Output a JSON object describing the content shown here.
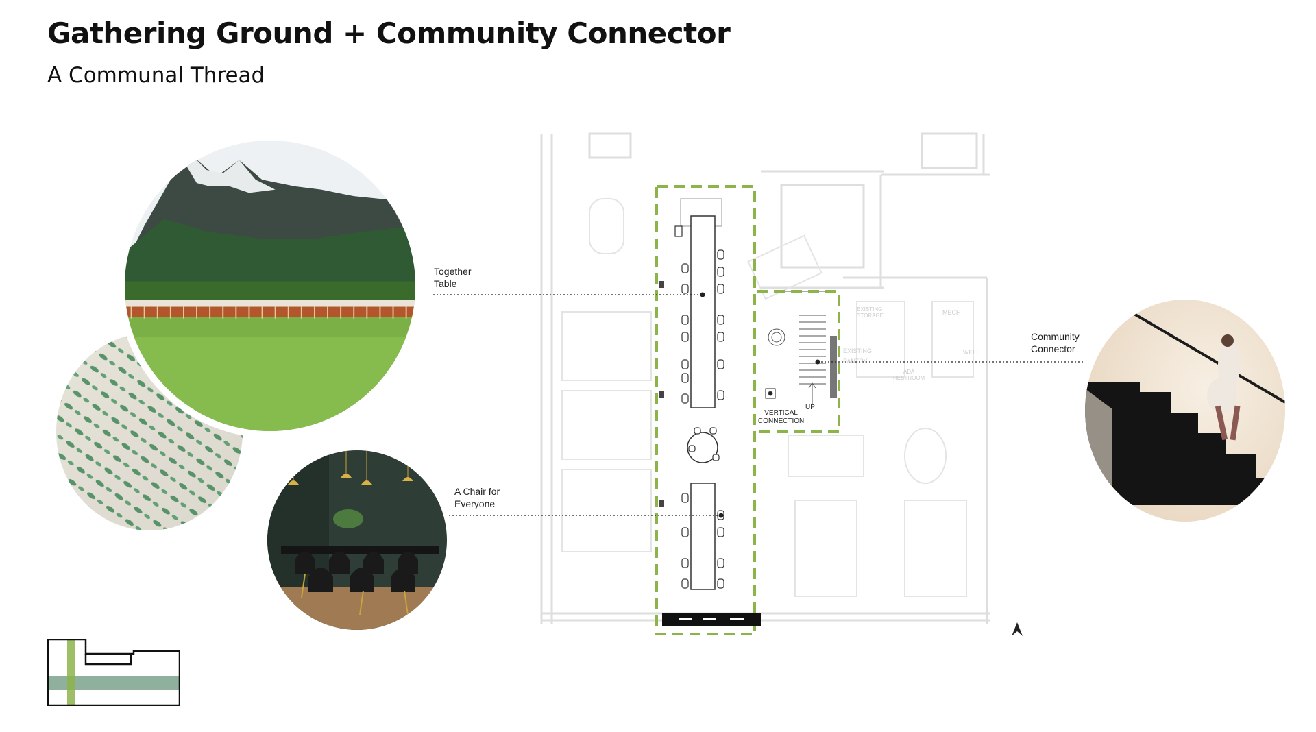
{
  "header": {
    "title": "Gathering Ground + Community Connector",
    "subtitle": "A Communal Thread"
  },
  "callouts": {
    "together_table": [
      "Together",
      "Table"
    ],
    "chair_for_everyone": [
      "A Chair for",
      "Everyone"
    ],
    "community_connector": [
      "Community",
      "Connector"
    ]
  },
  "plan": {
    "vertical_connection": [
      "VERTICAL",
      "CONNECTION"
    ],
    "up": "UP",
    "existing_storage": [
      "EXISTING",
      "STORAGE"
    ],
    "mech": "MECH",
    "existing_pantry": [
      "EXISTING",
      "PANTRY"
    ],
    "well": "WELL",
    "ada_restroom": [
      "ADA",
      "RESTROOM"
    ]
  },
  "colors": {
    "accent_green": "#8db44a",
    "sage": "#8fb09c",
    "plan_line": "#dcdcdc"
  }
}
